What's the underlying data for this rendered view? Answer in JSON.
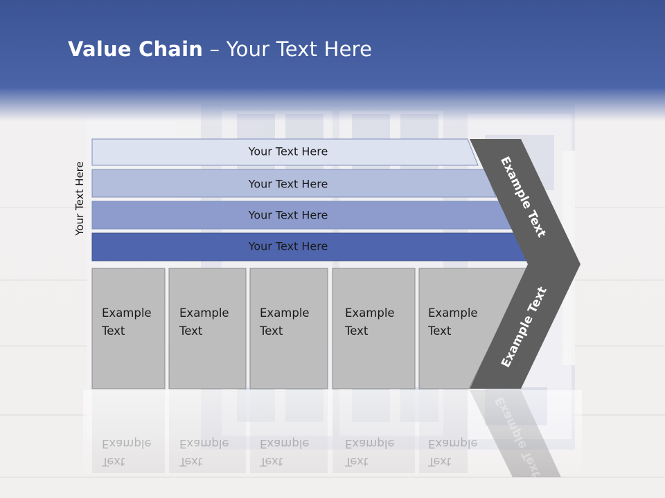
{
  "title": {
    "bold": "Value Chain",
    "rest": " – Your Text Here"
  },
  "side_label": "Your Text Here",
  "bars": [
    {
      "label": "Your Text Here"
    },
    {
      "label": "Your Text Here"
    },
    {
      "label": "Your Text Here"
    },
    {
      "label": "Your Text Here"
    }
  ],
  "boxes": [
    {
      "line1": "Example",
      "line2": "Text"
    },
    {
      "line1": "Example",
      "line2": "Text"
    },
    {
      "line1": "Example",
      "line2": "Text"
    },
    {
      "line1": "Example",
      "line2": "Text"
    },
    {
      "line1": "Example",
      "line2": "Text"
    }
  ],
  "chevron": {
    "upper": "Example Text",
    "lower": "Example Text"
  },
  "colors": {
    "header": "#3f5a9c",
    "bar1": "#dde2f0",
    "bar2": "#b3bedd",
    "bar3": "#8d9ccd",
    "bar4": "#4f65ad",
    "box": "#bdbdbd",
    "chevron": "#5f5f5f"
  }
}
